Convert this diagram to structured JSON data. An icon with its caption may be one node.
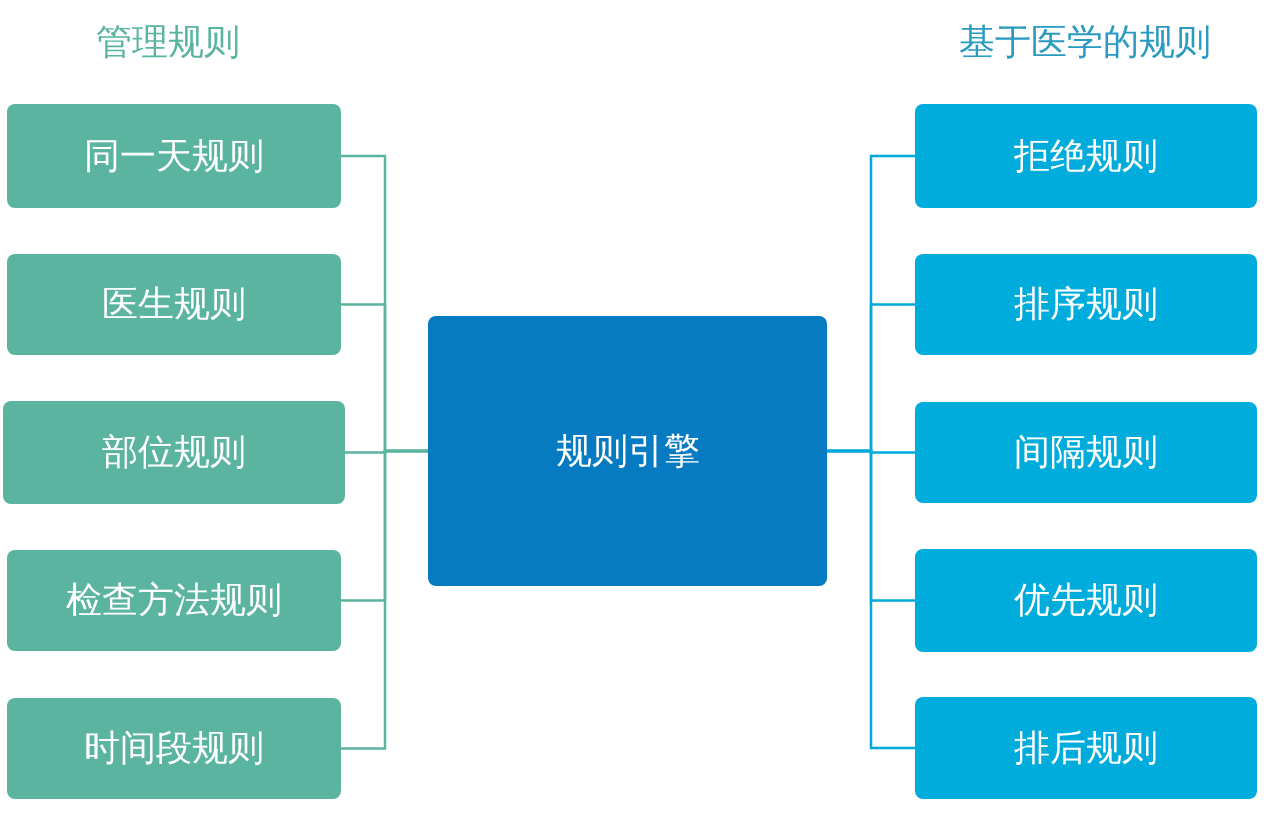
{
  "diagram": {
    "nodes": [
      {
        "text": [
          "规则引擎"
        ]
      },
      {
        "text": [
          "同一天规则"
        ]
      },
      {
        "text": [
          "医生规则"
        ]
      },
      {
        "text": [
          "部位规则"
        ]
      },
      {
        "text": [
          "检查方法规则"
        ]
      },
      {
        "text": [
          "时间段规则"
        ]
      },
      {
        "text": [
          "拒绝规则"
        ]
      },
      {
        "text": [
          "排序规则"
        ]
      },
      {
        "text": [
          "间隔规则"
        ]
      },
      {
        "text": [
          "优先规则"
        ]
      },
      {
        "text": [
          "排后规则"
        ]
      }
    ],
    "edges": [
      {
        "from": 1,
        "to": 0,
        "arrow": "none",
        "color": "#5ab4a0"
      },
      {
        "from": 2,
        "to": 0,
        "arrow": "none",
        "color": "#5ab4a0"
      },
      {
        "from": 3,
        "to": 0,
        "arrow": "none",
        "color": "#5ab4a0"
      },
      {
        "from": 4,
        "to": 0,
        "arrow": "none",
        "color": "#5ab4a0"
      },
      {
        "from": 5,
        "to": 0,
        "arrow": "none",
        "color": "#5ab4a0"
      },
      {
        "from": 0,
        "to": 6,
        "arrow": "none",
        "color": "#00a9dc"
      },
      {
        "from": 0,
        "to": 7,
        "arrow": "none",
        "color": "#00a9dc"
      },
      {
        "from": 0,
        "to": 8,
        "arrow": "none",
        "color": "#00a9dc"
      },
      {
        "from": 0,
        "to": 9,
        "arrow": "none",
        "color": "#00a9dc"
      },
      {
        "from": 0,
        "to": 10,
        "arrow": "none",
        "color": "#00a9dc"
      }
    ],
    "labels": [
      "管理规则",
      "基于医学的规则"
    ]
  }
}
